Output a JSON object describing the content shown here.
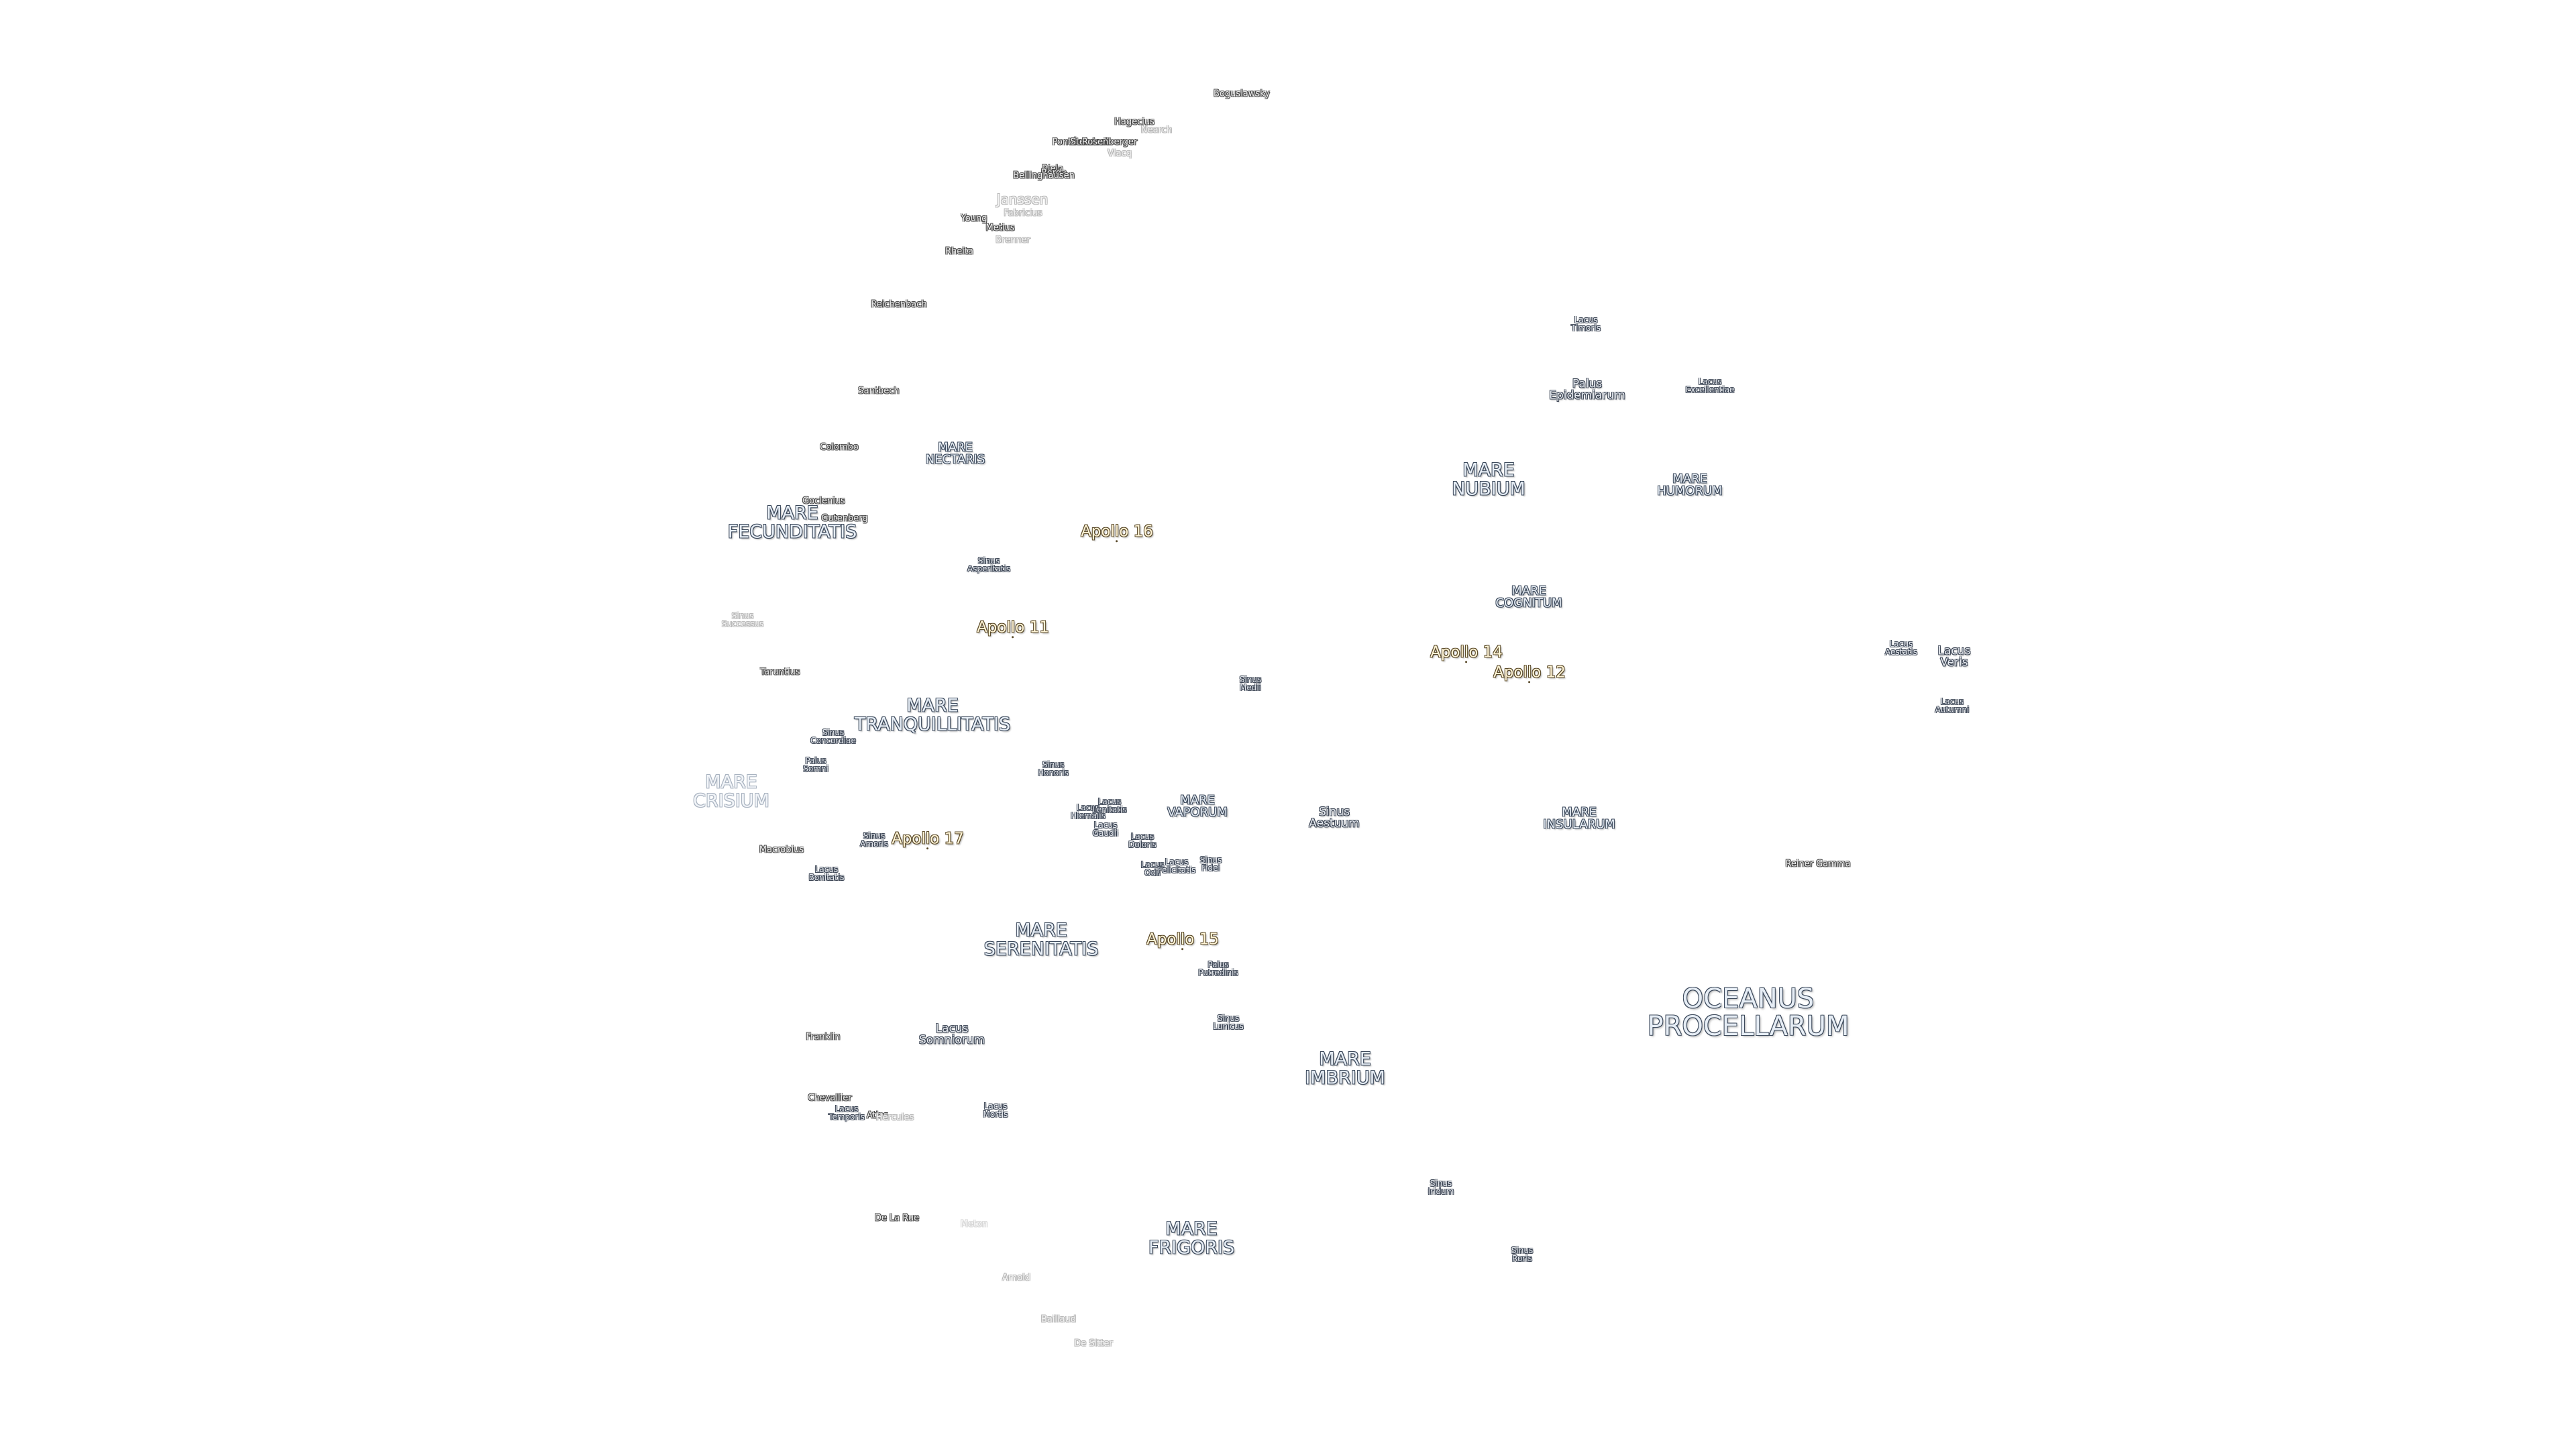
{
  "map": {
    "seas": [
      {
        "name": "oceanus-procellarum",
        "lines": [
          "OCEANUS",
          "PROCELLARUM"
        ],
        "style": "ocean"
      },
      {
        "name": "mare-frigoris",
        "lines": [
          "MARE",
          "FRIGORIS"
        ],
        "style": "mare"
      },
      {
        "name": "mare-imbrium",
        "lines": [
          "MARE",
          "IMBRIUM"
        ],
        "style": "mare"
      },
      {
        "name": "mare-serenitatis",
        "lines": [
          "MARE",
          "SERENITATIS"
        ],
        "style": "mare"
      },
      {
        "name": "mare-tranquillitatis",
        "lines": [
          "MARE",
          "TRANQUILLITATIS"
        ],
        "style": "mare"
      },
      {
        "name": "mare-fecunditatis",
        "lines": [
          "MARE",
          "FECUNDITATIS"
        ],
        "style": "mare"
      },
      {
        "name": "mare-crisium",
        "lines": [
          "MARE",
          "CRISIUM"
        ],
        "style": "mare faint"
      },
      {
        "name": "mare-nubium",
        "lines": [
          "MARE",
          "NUBIUM"
        ],
        "style": "mare"
      },
      {
        "name": "mare-humorum",
        "lines": [
          "MARE",
          "HUMORUM"
        ],
        "style": "mare-sm"
      },
      {
        "name": "mare-insularum",
        "lines": [
          "MARE",
          "INSULARUM"
        ],
        "style": "mare-sm"
      },
      {
        "name": "mare-nectaris",
        "lines": [
          "MARE",
          "NECTARIS"
        ],
        "style": "mare-sm"
      },
      {
        "name": "mare-cognitum",
        "lines": [
          "MARE",
          "COGNITUM"
        ],
        "style": "mare-sm"
      },
      {
        "name": "mare-vaporum",
        "lines": [
          "MARE",
          "VAPORUM"
        ],
        "style": "mare-sm"
      }
    ],
    "lakes": [
      {
        "name": "lacus-somniorum",
        "lines": [
          "Lacus",
          "Somniorum"
        ],
        "style": "lake"
      },
      {
        "name": "lacus-veris",
        "lines": [
          "Lacus",
          "Veris"
        ],
        "style": "lake"
      },
      {
        "name": "sinus-aestuum",
        "lines": [
          "Sinus",
          "Aestuum"
        ],
        "style": "lake"
      },
      {
        "name": "palus-epidemiarum",
        "lines": [
          "Palus",
          "Epidemiarum"
        ],
        "style": "lake"
      },
      {
        "name": "lacus-excellentiae",
        "lines": [
          "Lacus",
          "Excellentiae"
        ],
        "style": "lake-sm"
      },
      {
        "name": "lacus-timoris",
        "lines": [
          "Lacus",
          "Timoris"
        ],
        "style": "lake-sm"
      },
      {
        "name": "lacus-autumni",
        "lines": [
          "Lacus",
          "Autumni"
        ],
        "style": "lake-sm"
      },
      {
        "name": "lacus-aestatis",
        "lines": [
          "Lacus",
          "Aestatis"
        ],
        "style": "lake-sm"
      },
      {
        "name": "sinus-medii",
        "lines": [
          "Sinus",
          "Medii"
        ],
        "style": "lake-sm"
      },
      {
        "name": "sinus-asperitatis",
        "lines": [
          "Sinus",
          "Asperitatis"
        ],
        "style": "lake-sm"
      },
      {
        "name": "sinus-iridum",
        "lines": [
          "Sinus",
          "Iridum"
        ],
        "style": "lake-sm"
      },
      {
        "name": "sinus-roris",
        "lines": [
          "Sinus",
          "Roris"
        ],
        "style": "lake-sm"
      },
      {
        "name": "palus-putredinis",
        "lines": [
          "Palus",
          "Putredinis"
        ],
        "style": "lake-sm"
      },
      {
        "name": "sinus-lunicus",
        "lines": [
          "Sinus",
          "Lunicus"
        ],
        "style": "lake-sm"
      },
      {
        "name": "sinus-amoris",
        "lines": [
          "Sinus",
          "Amoris"
        ],
        "style": "lake-sm"
      },
      {
        "name": "lacus-bonitatis",
        "lines": [
          "Lacus",
          "Bonitatis"
        ],
        "style": "lake-sm"
      },
      {
        "name": "sinus-concordiae",
        "lines": [
          "Sinus",
          "Concordiae"
        ],
        "style": "lake-sm"
      },
      {
        "name": "palus-somni",
        "lines": [
          "Palus",
          "Somni"
        ],
        "style": "lake-sm"
      },
      {
        "name": "sinus-honoris",
        "lines": [
          "Sinus",
          "Honoris"
        ],
        "style": "lake-sm"
      },
      {
        "name": "lacus-mortis",
        "lines": [
          "Lacus",
          "Mortis"
        ],
        "style": "lake-sm"
      },
      {
        "name": "lacus-temporis",
        "lines": [
          "Lacus",
          "Temporis"
        ],
        "style": "lake-sm"
      },
      {
        "name": "sinus-successus",
        "lines": [
          "Sinus",
          "Successus"
        ],
        "style": "lake-sm faint"
      },
      {
        "name": "lacus-doloris",
        "lines": [
          "Lacus",
          "Doloris"
        ],
        "style": "lake-sm"
      },
      {
        "name": "lacus-gaudii",
        "lines": [
          "Lacus",
          "Gaudii"
        ],
        "style": "lake-sm"
      },
      {
        "name": "lacus-hiemalis",
        "lines": [
          "Lacus",
          "Hiemalis"
        ],
        "style": "lake-sm"
      },
      {
        "name": "lacus-lenitatis",
        "lines": [
          "Lacus",
          "Lenitatis"
        ],
        "style": "lake-sm"
      },
      {
        "name": "lacus-odii",
        "lines": [
          "Lacus",
          "Odii"
        ],
        "style": "lake-sm"
      },
      {
        "name": "lacus-felicitatis",
        "lines": [
          "Lacus",
          "Felicitatis"
        ],
        "style": "lake-sm"
      },
      {
        "name": "sinus-fidei",
        "lines": [
          "Sinus",
          "Fidei"
        ],
        "style": "lake-sm"
      }
    ],
    "apollo": [
      {
        "name": "apollo-11",
        "label": "Apollo 11"
      },
      {
        "name": "apollo-12",
        "label": "Apollo 12"
      },
      {
        "name": "apollo-14",
        "label": "Apollo 14"
      },
      {
        "name": "apollo-15",
        "label": "Apollo 15"
      },
      {
        "name": "apollo-16",
        "label": "Apollo 16"
      },
      {
        "name": "apollo-17",
        "label": "Apollo 17"
      }
    ],
    "craters": [
      {
        "name": "janssen",
        "label": "Janssen",
        "style": "crater-lg faint"
      },
      {
        "name": "boguslawsky",
        "label": "Boguslawsky",
        "style": "crater"
      },
      {
        "name": "hagecius",
        "label": "Hagecius",
        "style": "crater"
      },
      {
        "name": "nearch",
        "label": "Nearch",
        "style": "crater faint"
      },
      {
        "name": "pontecoulant",
        "label": "Pontécoulant",
        "style": "crater"
      },
      {
        "name": "steinheil",
        "label": "Steinheil",
        "style": "crater"
      },
      {
        "name": "rosenberger",
        "label": "Rosenberger",
        "style": "crater"
      },
      {
        "name": "vlacq",
        "label": "Vlacq",
        "style": "crater faint"
      },
      {
        "name": "biela",
        "label": "Biela",
        "style": "crater"
      },
      {
        "name": "fabricius",
        "label": "Fabricius",
        "style": "crater faint"
      },
      {
        "name": "young",
        "label": "Young",
        "style": "crater"
      },
      {
        "name": "metius",
        "label": "Metius",
        "style": "crater"
      },
      {
        "name": "brenner",
        "label": "Brenner",
        "style": "crater faint"
      },
      {
        "name": "rheita",
        "label": "Rheita",
        "style": "crater"
      },
      {
        "name": "reichenbach",
        "label": "Reichenbach",
        "style": "crater"
      },
      {
        "name": "borda",
        "label": "Borda",
        "style": "crater"
      },
      {
        "name": "bellinghausen",
        "label": "Bellinghausen",
        "style": "crater"
      },
      {
        "name": "santbech",
        "label": "Santbech",
        "style": "crater"
      },
      {
        "name": "colombo",
        "label": "Colombo",
        "style": "crater"
      },
      {
        "name": "goclenius",
        "label": "Goclenius",
        "style": "crater"
      },
      {
        "name": "gutenberg",
        "label": "Gutenberg",
        "style": "crater"
      },
      {
        "name": "taruntius",
        "label": "Taruntius",
        "style": "crater"
      },
      {
        "name": "macrobius",
        "label": "Macrobius",
        "style": "crater"
      },
      {
        "name": "franklin",
        "label": "Franklin",
        "style": "crater"
      },
      {
        "name": "chevallier",
        "label": "Chevallier",
        "style": "crater"
      },
      {
        "name": "atlas",
        "label": "Atlas",
        "style": "crater"
      },
      {
        "name": "hercules",
        "label": "Hercules",
        "style": "crater faint"
      },
      {
        "name": "de-la-rue",
        "label": "De La Rue",
        "style": "crater"
      },
      {
        "name": "meton",
        "label": "Meton",
        "style": "crater fainter"
      },
      {
        "name": "arnold",
        "label": "Arnold",
        "style": "crater faint"
      },
      {
        "name": "baillaud",
        "label": "Baillaud",
        "style": "crater faint"
      },
      {
        "name": "de-sitter",
        "label": "De Sitter",
        "style": "crater faint"
      },
      {
        "name": "reiner-gamma",
        "label": "Reiner Gamma",
        "style": "crater"
      }
    ]
  }
}
